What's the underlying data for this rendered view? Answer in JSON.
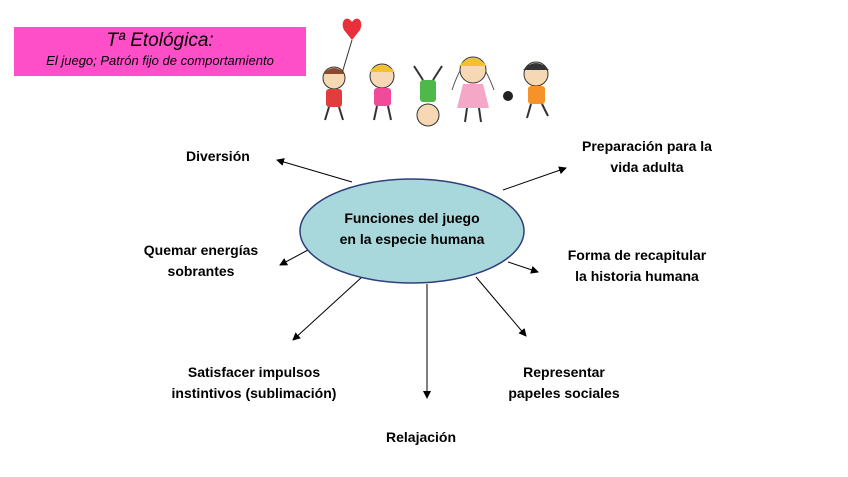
{
  "title": {
    "main": "Tª Etológica:",
    "subtitle": "El juego; Patrón fijo de comportamiento"
  },
  "center": {
    "line1": "Funciones del juego",
    "line2": "en la especie humana",
    "fill": "#a8d8dc"
  },
  "functions": {
    "diversion": "Diversión",
    "preparacion_1": "Preparación para la",
    "preparacion_2": "vida adulta",
    "quemar_1": "Quemar energías",
    "quemar_2": "sobrantes",
    "forma_1": "Forma de recapitular",
    "forma_2": "la historia humana",
    "satisfacer_1": "Satisfacer impulsos",
    "satisfacer_2": "instintivos (sublimación)",
    "representar_1": "Representar",
    "representar_2": "papeles sociales",
    "relajacion": "Relajación"
  },
  "colors": {
    "title_bg": "#ff4fc8",
    "arrow": "#000000"
  },
  "illustration": "children-playing-illustration"
}
